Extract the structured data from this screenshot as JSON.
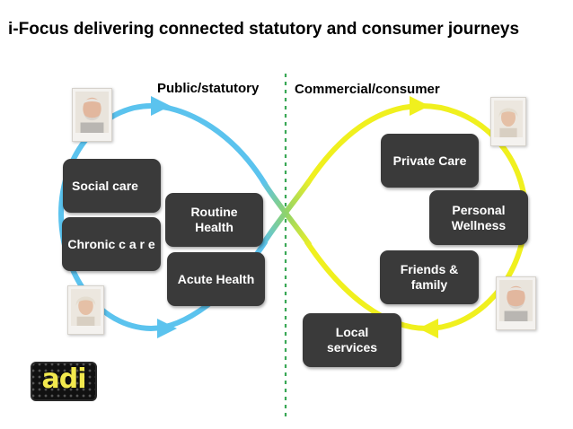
{
  "title": "i-Focus delivering connected statutory and consumer journeys",
  "sections": {
    "left": "Public/statutory",
    "right": "Commercial/consumer"
  },
  "boxes": {
    "social_care": "Social care",
    "chronic_care": "Chronic  c a r e",
    "routine_health": "Routine\nHealth",
    "acute_health": "Acute Health",
    "private_care": "Private Care",
    "personal_wellness": "Personal\nWellness",
    "friends_family": "Friends &\nfamily",
    "local_services": "Local\nservices"
  },
  "logo": {
    "text": "adi"
  },
  "colors": {
    "left_loop": "#5bc3ee",
    "right_loop": "#f0f01e",
    "crossover": "#8fd36a",
    "box": "#3a3a3a",
    "divider": "#3aa856"
  }
}
